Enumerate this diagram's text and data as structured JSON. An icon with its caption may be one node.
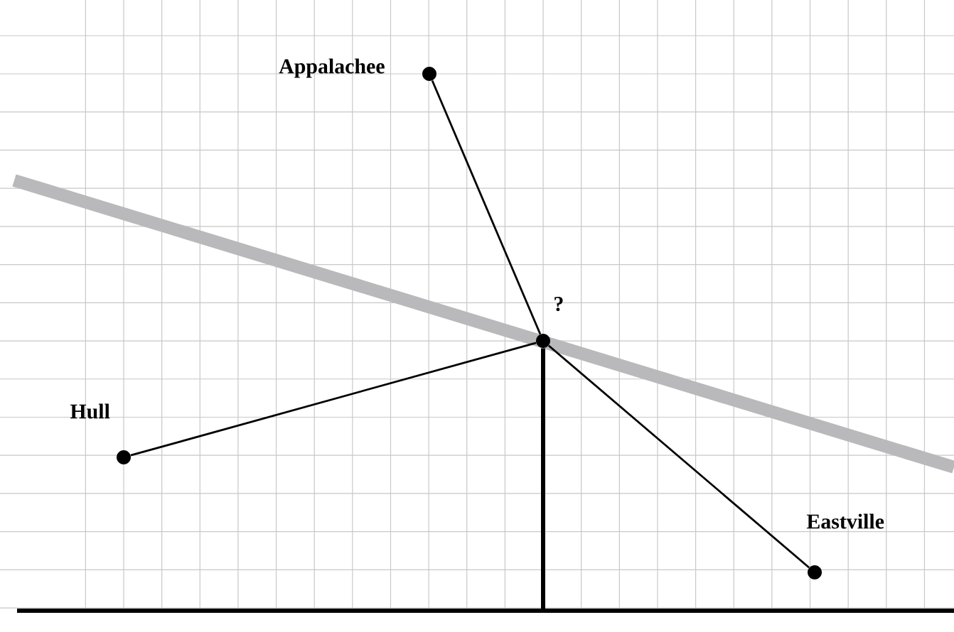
{
  "diagram": {
    "nodes": [
      {
        "text": [],
        "shape": "circle",
        "beside": [
          "Appalachee"
        ]
      },
      {
        "text": [],
        "shape": "circle",
        "beside": [
          "?"
        ]
      },
      {
        "text": [],
        "shape": "circle",
        "beside": [
          "Hull"
        ]
      },
      {
        "text": [],
        "shape": "circle",
        "beside": [
          "Eastville"
        ]
      }
    ],
    "edges": [
      {
        "from": 0,
        "to": 1,
        "arrow": "none"
      },
      {
        "from": 2,
        "to": 1,
        "arrow": "none"
      },
      {
        "from": 1,
        "to": 3,
        "arrow": "none"
      },
      {
        "from": 1,
        "to": null,
        "arrow": "none",
        "style": "thick"
      }
    ]
  }
}
